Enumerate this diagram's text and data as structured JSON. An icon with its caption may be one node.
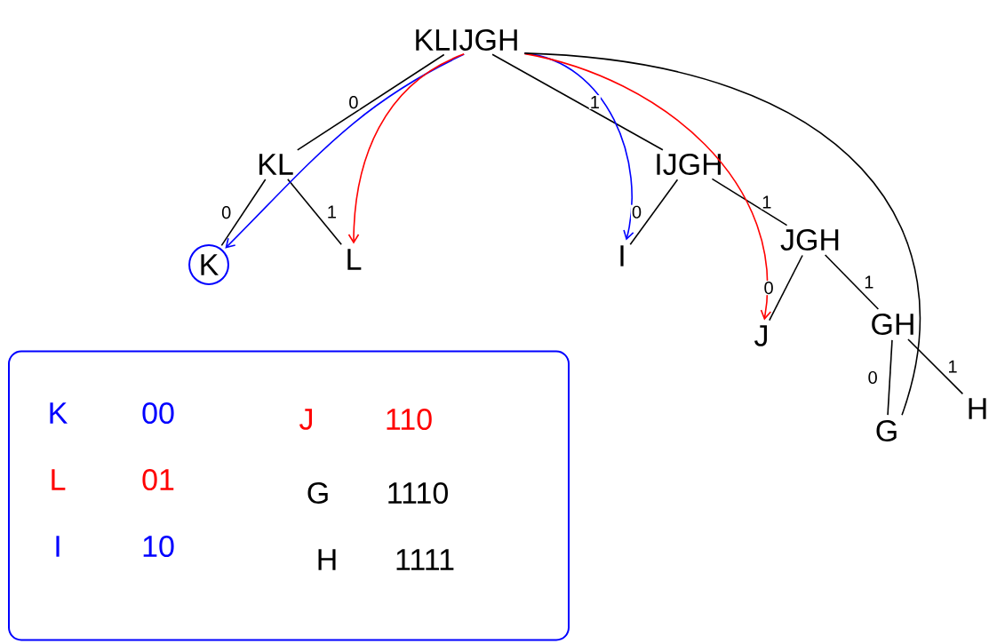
{
  "diagram": {
    "nodes": [
      {
        "text": [
          "KLIJGH"
        ]
      },
      {
        "text": [
          "KL"
        ]
      },
      {
        "text": [
          "K"
        ]
      },
      {
        "text": [
          "L"
        ]
      },
      {
        "text": [
          "IJGH"
        ]
      },
      {
        "text": [
          "I"
        ]
      },
      {
        "text": [
          "JGH"
        ]
      },
      {
        "text": [
          "J"
        ]
      },
      {
        "text": [
          "GH"
        ]
      },
      {
        "text": [
          "G"
        ]
      },
      {
        "text": [
          "H"
        ]
      },
      {
        "text": [
          "K",
          "00",
          "J",
          "110",
          "L",
          "01",
          "G",
          "1110",
          "I",
          "10",
          "H",
          "1111"
        ]
      }
    ],
    "edges": [
      {
        "from": 0,
        "to": 1,
        "arrow": "none",
        "label": "0"
      },
      {
        "from": 0,
        "to": 4,
        "arrow": "none",
        "label": "1"
      },
      {
        "from": 1,
        "to": 2,
        "arrow": "none",
        "label": "0"
      },
      {
        "from": 1,
        "to": 3,
        "arrow": "none",
        "label": "1"
      },
      {
        "from": 4,
        "to": 5,
        "arrow": "none",
        "label": "0"
      },
      {
        "from": 4,
        "to": 6,
        "arrow": "none",
        "label": "1"
      },
      {
        "from": 6,
        "to": 7,
        "arrow": "none",
        "label": "0"
      },
      {
        "from": 6,
        "to": 8,
        "arrow": "none",
        "label": "1"
      },
      {
        "from": 8,
        "to": 9,
        "arrow": "none",
        "label": "0"
      },
      {
        "from": 8,
        "to": 10,
        "arrow": "none",
        "label": "1"
      },
      {
        "from": 0,
        "to": 2,
        "arrow": "to",
        "color": "#0000ff"
      },
      {
        "from": 0,
        "to": 3,
        "arrow": "to",
        "color": "#ff0000"
      },
      {
        "from": 0,
        "to": 5,
        "arrow": "to",
        "color": "#0000ff"
      },
      {
        "from": 0,
        "to": 7,
        "arrow": "to",
        "color": "#ff0000"
      },
      {
        "from": 0,
        "to": 9,
        "arrow": "none"
      }
    ]
  }
}
